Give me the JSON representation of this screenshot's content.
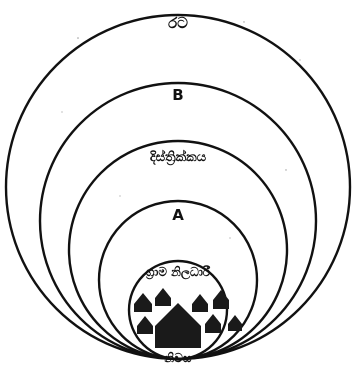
{
  "diagram": {
    "levels": [
      {
        "label": "රට"
      },
      {
        "label": "B"
      },
      {
        "label": "දිස්ත්‍රික්කය"
      },
      {
        "label": "A"
      },
      {
        "label": "ග්‍රාම නිලධාරී"
      },
      {
        "label": "නිවස"
      }
    ]
  }
}
